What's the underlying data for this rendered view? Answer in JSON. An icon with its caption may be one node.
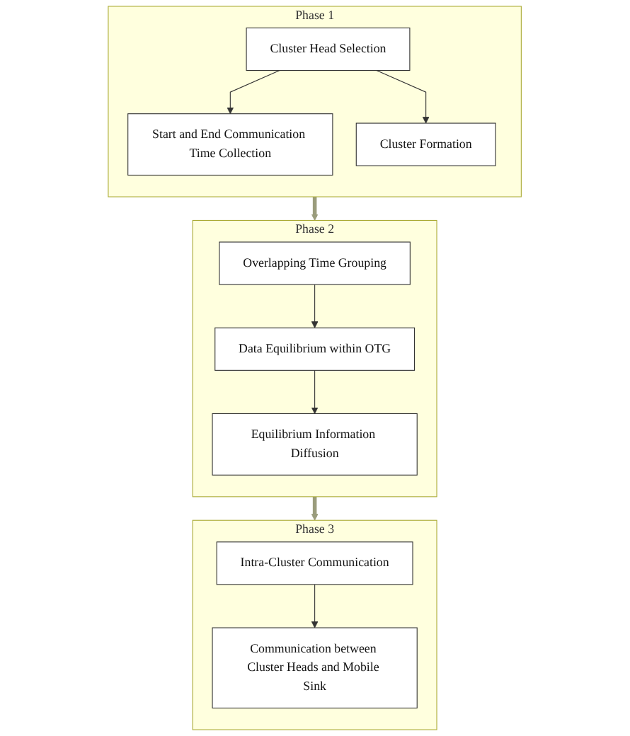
{
  "diagram": {
    "nodes": [
      {
        "text": [
          "Phase 1"
        ]
      },
      {
        "text": [
          "Cluster Head Selection"
        ],
        "in": 0
      },
      {
        "text": [
          "Start and End Communication Time Collection"
        ],
        "in": 0
      },
      {
        "text": [
          "Cluster Formation"
        ],
        "in": 0
      },
      {
        "text": [
          "Phase 2"
        ]
      },
      {
        "text": [
          "Overlapping Time Grouping"
        ],
        "in": 4
      },
      {
        "text": [
          "Data Equilibrium within OTG"
        ],
        "in": 4
      },
      {
        "text": [
          "Equilibrium Information Diffusion"
        ],
        "in": 4
      },
      {
        "text": [
          "Phase 3"
        ]
      },
      {
        "text": [
          "Intra-Cluster Communication"
        ],
        "in": 8
      },
      {
        "text": [
          "Communication between Cluster Heads and Mobile Sink"
        ],
        "in": 8
      }
    ],
    "edges": [
      {
        "from": 1,
        "to": 2,
        "arrow": "to"
      },
      {
        "from": 1,
        "to": 3,
        "arrow": "to"
      },
      {
        "from": 0,
        "to": 4,
        "arrow": "to",
        "style": "thick",
        "color": "#9a9c7c"
      },
      {
        "from": 5,
        "to": 6,
        "arrow": "to"
      },
      {
        "from": 6,
        "to": 7,
        "arrow": "to"
      },
      {
        "from": 4,
        "to": 8,
        "arrow": "to",
        "style": "thick",
        "color": "#9a9c7c"
      },
      {
        "from": 9,
        "to": 10,
        "arrow": "to"
      }
    ]
  }
}
